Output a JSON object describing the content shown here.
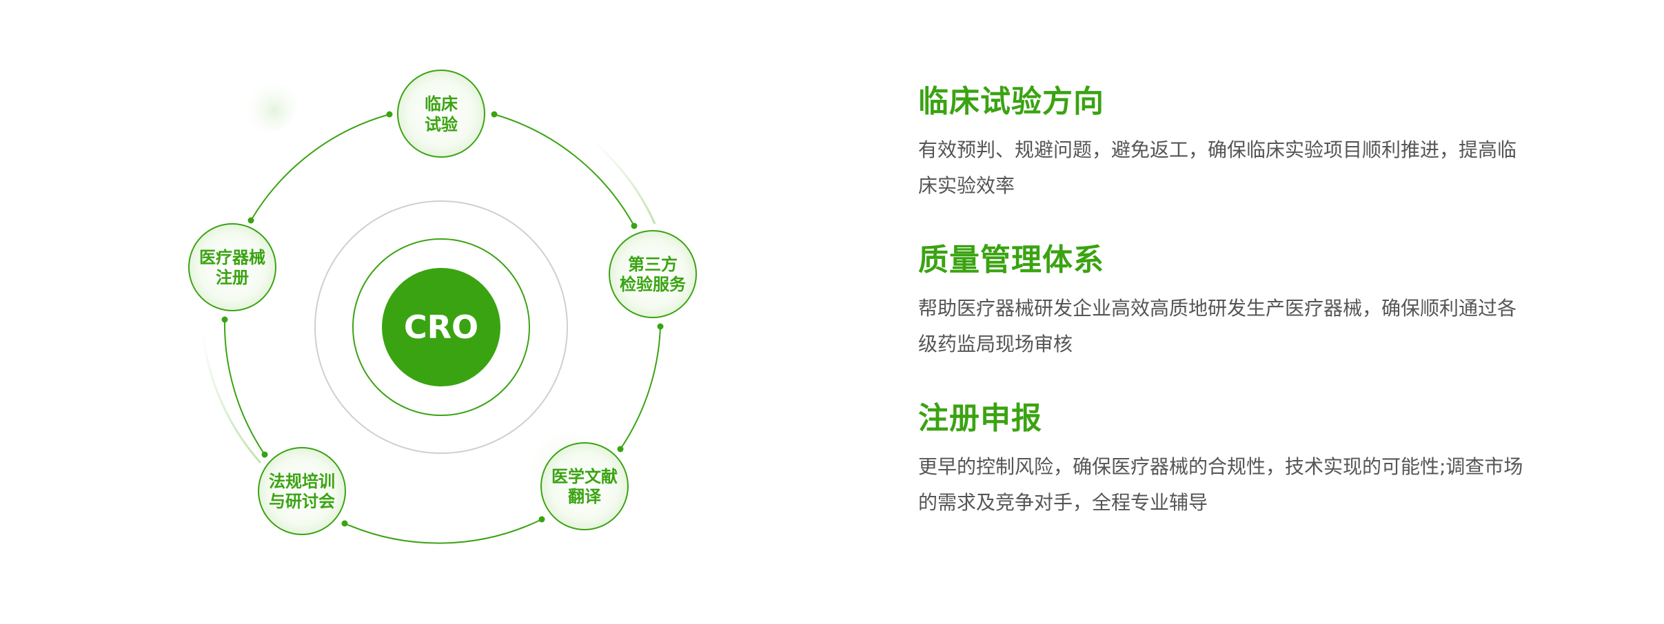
{
  "diagram": {
    "center_label": "CRO",
    "nodes": [
      {
        "line1": "临床",
        "line2": "试验"
      },
      {
        "line1": "第三方",
        "line2": "检验服务"
      },
      {
        "line1": "医学文献",
        "line2": "翻译"
      },
      {
        "line1": "法规培训",
        "line2": "与研讨会"
      },
      {
        "line1": "医疗器械",
        "line2": "注册"
      }
    ]
  },
  "sections": [
    {
      "title": "临床试验方向",
      "desc": "有效预判、规避问题，避免返工，确保临床实验项目顺利推进，提高临床实验效率"
    },
    {
      "title": "质量管理体系",
      "desc": "帮助医疗器械研发企业高效高质地研发生产医疗器械，确保顺利通过各级药监局现场审核"
    },
    {
      "title": "注册申报",
      "desc": "更早的控制风险，确保医疗器械的合规性，技术实现的可能性;调查市场的需求及竞争对手，全程专业辅导"
    }
  ],
  "colors": {
    "accent": "#3aa312",
    "ring_gray": "#cfcfcf",
    "text": "#555555"
  }
}
